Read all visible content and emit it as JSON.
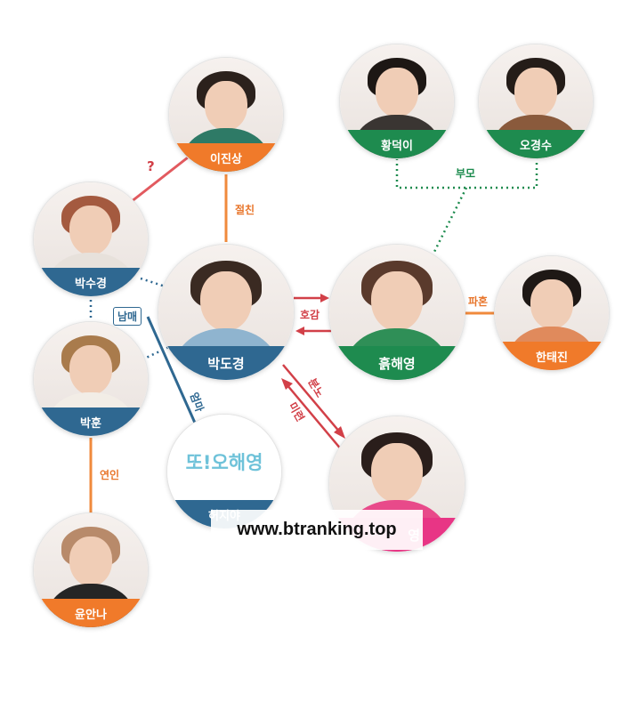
{
  "characters": {
    "lee_jinsang": {
      "name": "이진상",
      "label_color": "#f07a2a"
    },
    "hwang_deoki": {
      "name": "황덕이",
      "label_color": "#1e8b4f"
    },
    "oh_gyeongsu": {
      "name": "오경수",
      "label_color": "#1e8b4f"
    },
    "park_sugyeong": {
      "name": "박수경",
      "label_color": "#2f6891"
    },
    "park_dogyeong": {
      "name": "박도경",
      "label_color": "#2f6891"
    },
    "heuk_haeyoung": {
      "name": "흙해영",
      "label_color": "#1e8b4f"
    },
    "han_taejin": {
      "name": "한태진",
      "label_color": "#f07a2a"
    },
    "park_hun": {
      "name": "박훈",
      "label_color": "#2f6891"
    },
    "heo_jiya": {
      "name": "허지야",
      "label_color": "#2f6891",
      "logo": "또!오해영"
    },
    "geum_haeyoung": {
      "name": "영",
      "label_color": "#e83585"
    },
    "yun_anna": {
      "name": "윤안나",
      "label_color": "#f07a2a"
    }
  },
  "relations": {
    "question": "?",
    "close_friend": "절친",
    "parents": "부모",
    "siblings": "남매",
    "mom": "엄마",
    "affection": "호감",
    "broken_engagement": "파혼",
    "anger": "분노",
    "lingering_feelings": "미련",
    "lovers": "연인"
  },
  "watermark": "www.btranking.top",
  "colors": {
    "blue": "#2f6891",
    "orange": "#f07a2a",
    "green": "#1e8b4f",
    "pink": "#e83585",
    "red": "#d24048"
  }
}
